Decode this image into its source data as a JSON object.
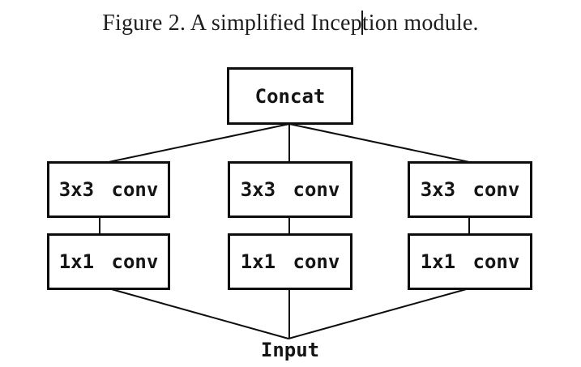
{
  "caption": "Figure 2. A simplified Inception module.",
  "diagram": {
    "concat_label": "Concat",
    "input_label": "Input",
    "branches": [
      {
        "top_label": "3x3 conv",
        "bottom_label": "1x1 conv"
      },
      {
        "top_label": "3x3 conv",
        "bottom_label": "1x1 conv"
      },
      {
        "top_label": "3x3 conv",
        "bottom_label": "1x1 conv"
      }
    ],
    "colors": {
      "background": "#ffffff",
      "line": "#0d0d0d",
      "box_border": "#0d0d0d",
      "text": "#141414",
      "caption_text": "#1e1e1e"
    }
  }
}
